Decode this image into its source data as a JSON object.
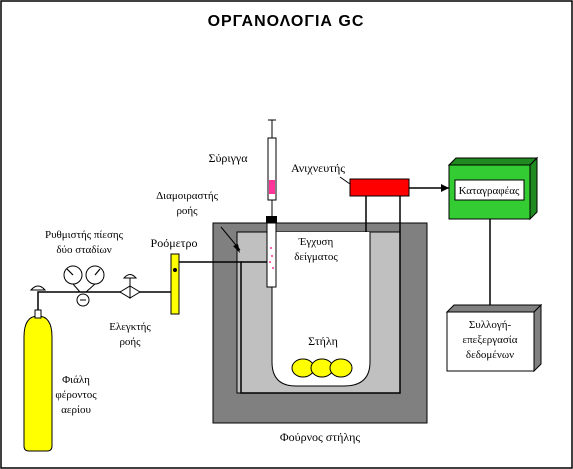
{
  "title": "ΟΡΓΑΝΟΛΟΓΙΑ GC",
  "labels": {
    "syringe": "Σύριγγα",
    "detector": "Ανιχνευτής",
    "recorder": "Καταγραφέας",
    "splitter_line1": "Διαμοιραστής",
    "splitter_line2": "ροής",
    "flowmeter": "Ροόμετρο",
    "injection_line1": "Έγχυση",
    "injection_line2": "δείγματος",
    "regulator_line1": "Ρυθμιστής πίεσης",
    "regulator_line2": "δύο σταδίων",
    "flow_controller_line1": "Ελεγκτής",
    "flow_controller_line2": "ροής",
    "column": "Στήλη",
    "data_line1": "Συλλογή-",
    "data_line2": "επεξεργασία",
    "data_line3": "δεδομένων",
    "cylinder_line1": "Φιάλη",
    "cylinder_line2": "φέροντος",
    "cylinder_line3": "αερίου",
    "oven": "Φούρνος στήλης"
  },
  "colors": {
    "cylinder": "#ffff00",
    "oven_outer": "#808080",
    "oven_inner": "#c0c0c0",
    "detector": "#ff0000",
    "recorder_box": "#33cc33",
    "data_box": "#ffffff",
    "syringe_plug": "#ff3399",
    "column_coil": "#ffff00",
    "flowmeter": "#ffff00"
  }
}
